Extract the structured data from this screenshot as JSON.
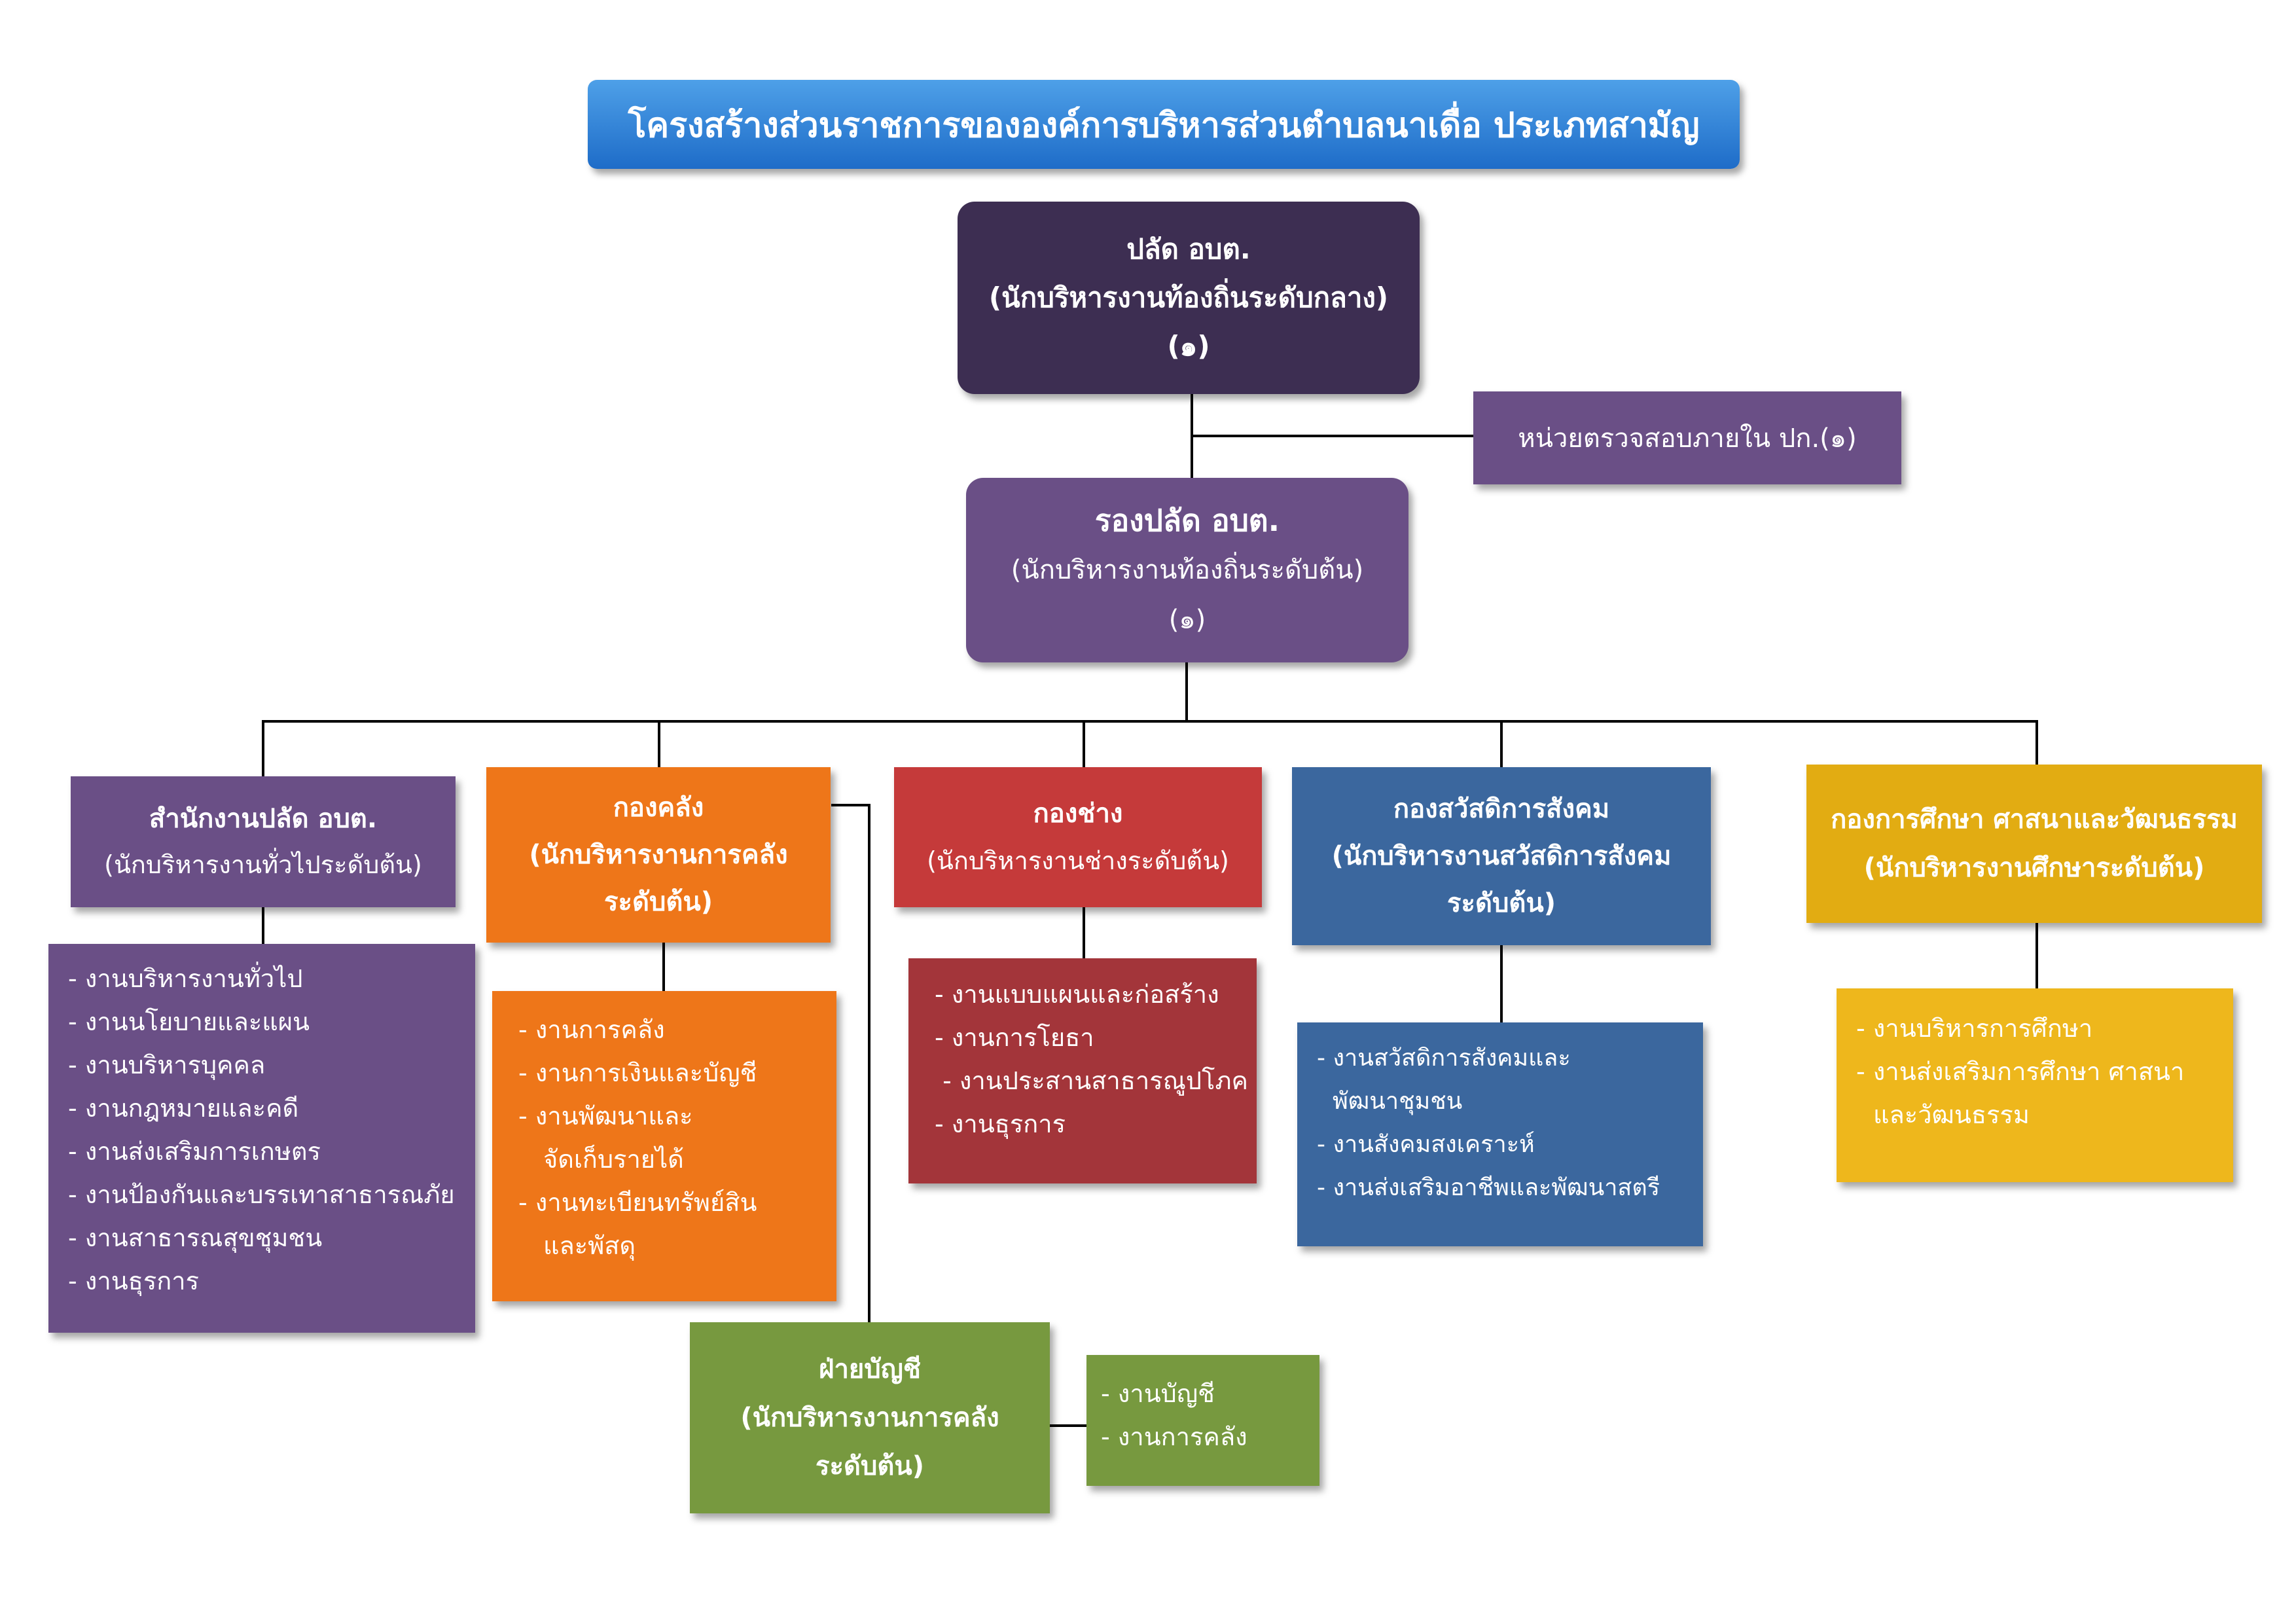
{
  "title": "โครงสร้างส่วนราชการขององค์การบริหารส่วนตำบลนาเดื่อ ประเภทสามัญ",
  "chief": {
    "name": "ปลัด อบต.",
    "position": "(นักบริหารงานท้องถิ่นระดับกลาง)",
    "count": "(๑)"
  },
  "audit_unit": "หน่วยตรวจสอบภายใน ปก.(๑)",
  "deputy": {
    "name": "รองปลัด อบต.",
    "position": "(นักบริหารงานท้องถิ่นระดับต้น)",
    "count": "(๑)"
  },
  "departments": [
    {
      "name": "สำนักงานปลัด อบต.",
      "position": "(นักบริหารงานทั่วไประดับต้น)",
      "tasks": [
        "งานบริหารงานทั่วไป",
        "งานนโยบายและแผน",
        "งานบริหารบุคคล",
        "งานกฎหมายและคดี",
        "งานส่งเสริมการเกษตร",
        "งานป้องกันและบรรเทาสาธารณภัย",
        "งานสาธารณสุขชุมชน",
        "งานธุรการ"
      ]
    },
    {
      "name": "กองคลัง",
      "position_line1": "(นักบริหารงานการคลัง",
      "position_line2": "ระดับต้น)",
      "tasks": [
        "งานการคลัง",
        "งานการเงินและบัญชี"
      ],
      "task3_line1": "งานพัฒนาและ",
      "task3_line2": "จัดเก็บรายได้",
      "task4_line1": "งานทะเบียนทรัพย์สิน",
      "task4_line2": "และพัสดุ"
    },
    {
      "name": "กองช่าง",
      "position": "(นักบริหารงานช่างระดับต้น)",
      "tasks": [
        "งานแบบแผนและก่อสร้าง",
        "งานการโยธา",
        "งานประสานสาธารณูปโภค",
        "งานธุรการ"
      ]
    },
    {
      "name": "กองสวัสดิการสังคม",
      "position_line1": "(นักบริหารงานสวัสดิการสังคม",
      "position_line2": "ระดับต้น)",
      "task1_line1": "งานสวัสดิการสังคมและ",
      "task1_line2": "พัฒนาชุมชน",
      "tasks": [
        "งานสังคมสงเคราะห์",
        "งานส่งเสริมอาชีพและพัฒนาสตรี"
      ]
    },
    {
      "name": "กองการศึกษา ศาสนาและวัฒนธรรม",
      "position": "(นักบริหารงานศึกษาระดับต้น)",
      "tasks": [
        "งานบริหารการศึกษา"
      ],
      "task2_line1": "งานส่งเสริมการศึกษา ศาสนา",
      "task2_line2": "และวัฒนธรรม"
    }
  ],
  "accounting": {
    "name": "ฝ่ายบัญชี",
    "position_line1": "(นักบริหารงานการคลัง",
    "position_line2": "ระดับต้น)",
    "tasks": [
      "งานบัญชี",
      "งานการคลัง"
    ]
  },
  "colors": {
    "title": "#2f80d8",
    "chief": "#3d2e52",
    "purple": "#6a4f86",
    "orange": "#ee7619",
    "red": "#c53a3a",
    "blue": "#3b679e",
    "gold": "#e2ac12",
    "green": "#77993f"
  }
}
